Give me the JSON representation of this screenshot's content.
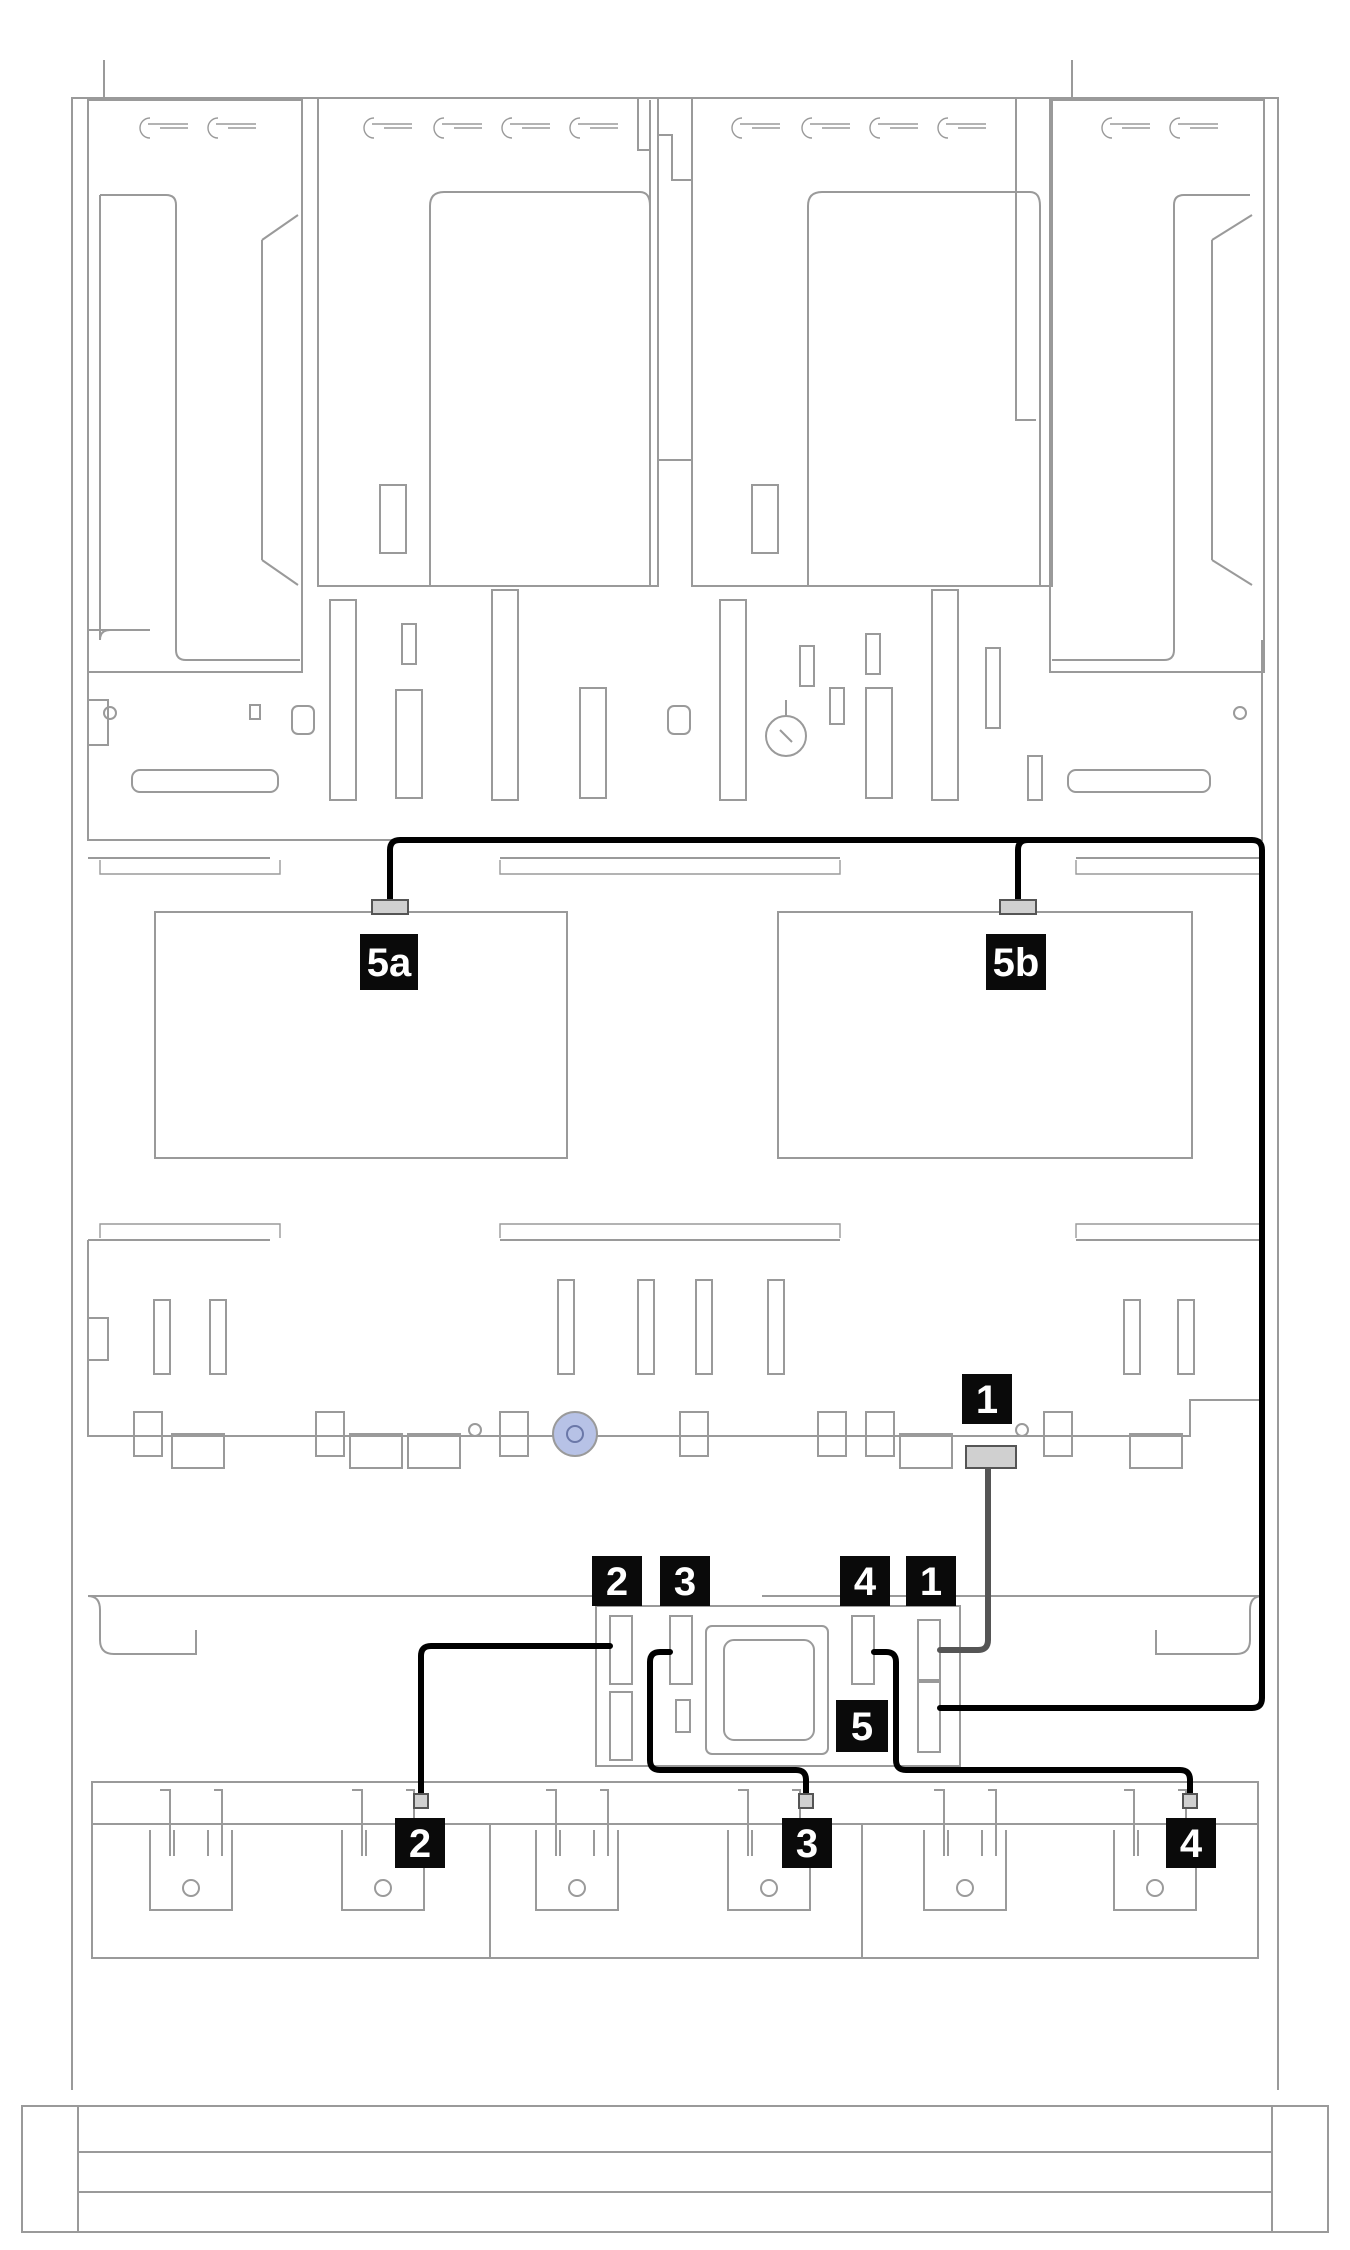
{
  "diagram": {
    "callouts": {
      "c1_top": "1",
      "c1_board": "1",
      "c2_board": "2",
      "c3_board": "3",
      "c4_board": "4",
      "c5_board": "5",
      "c5a": "5a",
      "c5b": "5b",
      "c2_bay": "2",
      "c3_bay": "3",
      "c4_bay": "4"
    },
    "colors": {
      "outline": "#9a9a9a",
      "cable": "#000000",
      "cable_secondary": "#555555",
      "callout_bg": "#0a0a0a",
      "callout_text": "#ffffff",
      "thumbscrew": "#b7c2e6"
    }
  }
}
